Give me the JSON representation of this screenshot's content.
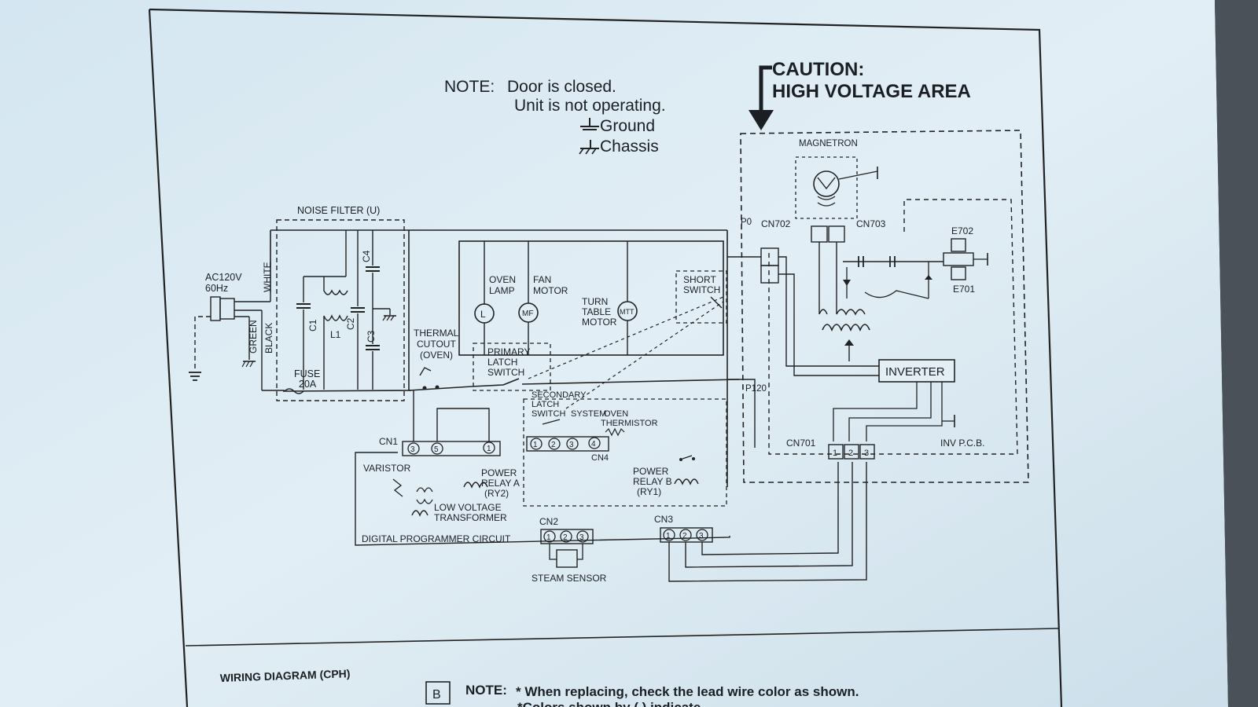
{
  "note": {
    "heading": "NOTE:",
    "line1": "Door is closed.",
    "line2": "Unit is not operating.",
    "ground": "Ground",
    "chassis": "Chassis"
  },
  "caution": {
    "line1": "CAUTION:",
    "line2": "HIGH VOLTAGE AREA"
  },
  "labels": {
    "noise_filter": "NOISE FILTER (U)",
    "ac1": "AC120V",
    "ac2": "60Hz",
    "white": "WHITE",
    "green": "GREEN",
    "black": "BLACK",
    "fuse1": "FUSE",
    "fuse2": "20A",
    "c1": "C1",
    "l1": "L1",
    "c2": "C2",
    "c3": "C3",
    "c4": "C4",
    "thermal1": "THERMAL",
    "thermal2": "CUTOUT",
    "thermal3": "(OVEN)",
    "oven_lamp1": "OVEN",
    "oven_lamp2": "LAMP",
    "fan1": "FAN",
    "fan2": "MOTOR",
    "tt1": "TURN",
    "tt2": "TABLE",
    "tt3": "MOTOR",
    "lamp_sym": "L",
    "fan_sym": "MF",
    "tt_sym": "MTT",
    "short1": "SHORT",
    "short2": "SWITCH",
    "primary1": "PRIMARY",
    "primary2": "LATCH",
    "primary3": "SWITCH",
    "secondary1": "SECONDARY",
    "secondary2": "LATCH",
    "secondary3": "SWITCH",
    "system": "SYSTEM",
    "oven_therm1": "OVEN",
    "oven_therm2": "THERMISTOR",
    "cn1": "CN1",
    "cn4": "CN4",
    "varistor": "VARISTOR",
    "pra1": "POWER",
    "pra2": "RELAY A",
    "pra3": "(RY2)",
    "lvt1": "LOW VOLTAGE",
    "lvt2": "TRANSFORMER",
    "prb1": "POWER",
    "prb2": "RELAY B",
    "prb3": "(RY1)",
    "dpc": "DIGITAL PROGRAMMER CIRCUIT",
    "cn2": "CN2",
    "cn3": "CN3",
    "steam": "STEAM SENSOR",
    "magnetron": "MAGNETRON",
    "p0": "P0",
    "cn702": "CN702",
    "cn703": "CN703",
    "e702": "E702",
    "e701": "E701",
    "p120": "P120",
    "inverter": "INVERTER",
    "cn701": "CN701",
    "inv_pcb": "INV P.C.B.",
    "pin1": "1",
    "pin2": "2",
    "pin3": "3",
    "pin4": "4",
    "pin5": "5"
  },
  "footer": {
    "wiring_title": "WIRING DIAGRAM (CPH)",
    "box_b": "B",
    "note_label": "NOTE:",
    "note_line1": "* When replacing, check the lead wire color as shown.",
    "note_line2": "*Colors shown by ( ) indicate..."
  }
}
